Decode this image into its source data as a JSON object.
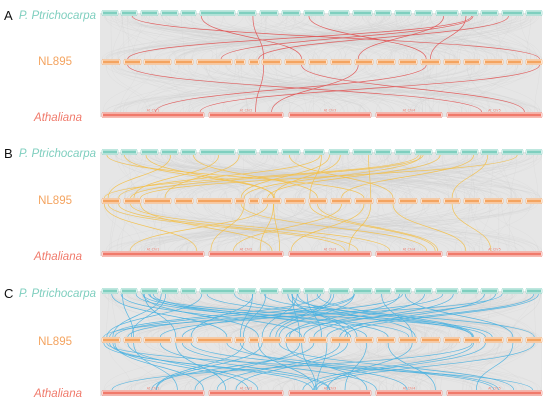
{
  "colors": {
    "ptri": "#7fcfbf",
    "nl": "#f4a460",
    "ath": "#f07a6b",
    "background_links": "#d9d9d9",
    "panelA_links": "#e05757",
    "panelB_links": "#f2c14e",
    "panelC_links": "#4fb3e0"
  },
  "species": {
    "ptri": "P. Ptrichocarpa",
    "nl": "NL895",
    "ath": "Athaliana"
  },
  "ath_chromosomes": [
    "At_Chr1",
    "At_Chr2",
    "At_Chr3",
    "At_Chr4",
    "At_Chr5"
  ],
  "panels": [
    {
      "letter": "A",
      "link_color_key": "panelA_links"
    },
    {
      "letter": "B",
      "link_color_key": "panelB_links"
    },
    {
      "letter": "C",
      "link_color_key": "panelC_links"
    }
  ]
}
